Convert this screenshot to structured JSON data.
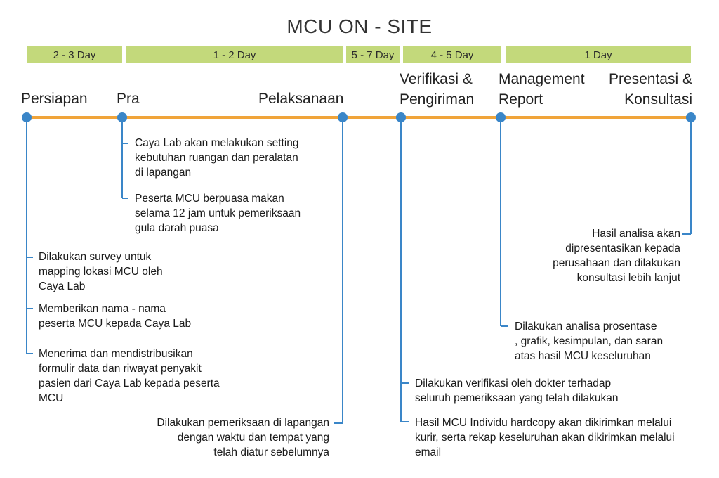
{
  "title": "MCU ON - SITE",
  "durations": [
    "2 - 3 Day",
    "1 - 2 Day",
    "5 - 7 Day",
    "4 - 5 Day",
    "1 Day"
  ],
  "phases": {
    "persiapan": "Persiapan",
    "pra": "Pra",
    "pelaksanaan": "Pelaksanaan",
    "verifikasi": "Verifikasi &\nPengiriman",
    "management": "Management\nReport",
    "presentasi": "Presentasi &\nKonsultasi"
  },
  "notes": {
    "pra_1": "Caya Lab akan melakukan setting\nkebutuhan ruangan dan peralatan\ndi lapangan",
    "pra_2": "Peserta MCU berpuasa makan\nselama 12 jam untuk pemeriksaan\ngula darah puasa",
    "persiapan_1": "Dilakukan survey untuk\nmapping lokasi MCU oleh\nCaya Lab",
    "persiapan_2": "Memberikan nama - nama\npeserta MCU kepada Caya Lab",
    "persiapan_3": "Menerima dan mendistribusikan\nformulir data dan riwayat penyakit\npasien dari Caya Lab kepada peserta\nMCU",
    "pelaksanaan_1": "Dilakukan pemeriksaan di lapangan\ndengan waktu dan tempat yang\ntelah diatur sebelumnya",
    "verifikasi_1": "Dilakukan verifikasi oleh dokter terhadap\nseluruh pemeriksaan yang telah dilakukan",
    "verifikasi_2": "Hasil MCU Individu hardcopy akan dikirimkan melalui\nkurir, serta rekap keseluruhan akan dikirimkan melalui\nemail",
    "management_1": "Dilakukan analisa prosentase\n, grafik, kesimpulan, dan saran\natas hasil MCU keseluruhan",
    "presentasi_1": "Hasil analisa akan\ndipresentasikan kepada\nperusahaan dan dilakukan\nkonsultasi lebih lanjut"
  },
  "colors": {
    "timeline": "#f0a43a",
    "node": "#3a86c8",
    "connector": "#3a86c8",
    "duration_bar": "#c3d97b"
  }
}
